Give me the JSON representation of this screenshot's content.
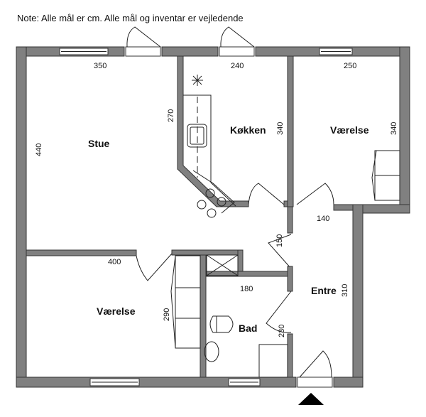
{
  "note": "Note: Alle mål er cm. Alle mål og inventar er vejledende",
  "rooms": {
    "stue": "Stue",
    "kokken": "Køkken",
    "vaerelse_1": "Værelse",
    "vaerelse_2": "Værelse",
    "bad": "Bad",
    "entre": "Entre"
  },
  "dimensions": {
    "stue_width": "350",
    "stue_height": "440",
    "kokken_width": "240",
    "kokken_counter": "270",
    "kokken_height": "340",
    "vaerelse1_width": "250",
    "vaerelse1_height": "340",
    "entre_width": "140",
    "entre_gap": "150",
    "entre_height": "310",
    "vaerelse2_width": "400",
    "vaerelse2_height": "290",
    "bad_width": "180",
    "bad_height": "230"
  },
  "colors": {
    "wall": "#808080"
  }
}
